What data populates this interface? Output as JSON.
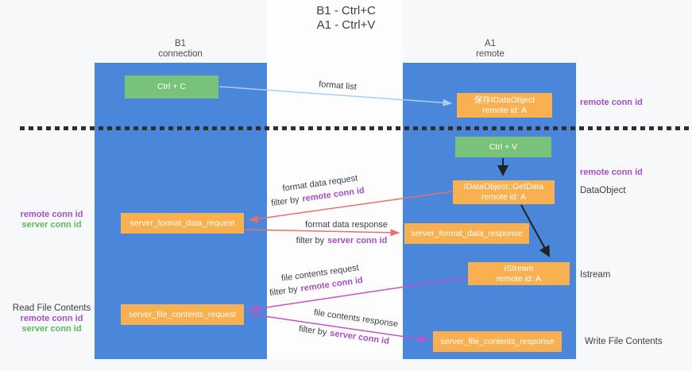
{
  "title": {
    "line1": "B1 - Ctrl+C",
    "line2": "A1 - Ctrl+V"
  },
  "columns": {
    "left": {
      "name": "B1",
      "role": "connection"
    },
    "right": {
      "name": "A1",
      "role": "remote"
    }
  },
  "boxes": {
    "ctrl_c": "Ctrl + C",
    "ctrl_v": "Ctrl + V",
    "save_dataobject": {
      "line1": "保存IDataObject",
      "line2": "remote id: A"
    },
    "getdata": {
      "line1": "IDataObject::GetData",
      "line2": "remote id: A"
    },
    "istream": {
      "line1": "IStream",
      "line2": "remote id: A"
    },
    "format_request": "server_format_data_request",
    "format_response": "server_format_data_response",
    "file_request": "server_file_contents_request",
    "file_response": "server_file_contents_response"
  },
  "arrow_labels": {
    "format_list": "format list",
    "format_data_request": "format data request",
    "format_data_response": "format data response",
    "file_contents_request": "file contents request",
    "file_contents_response": "file contents response",
    "filter_by": "filter by"
  },
  "tokens": {
    "remote_conn_id": "remote conn id",
    "server_conn_id": "server conn id"
  },
  "side_labels": {
    "right_remote_conn_top": "remote conn id",
    "right_remote_conn_mid": "remote conn id",
    "dataobject": "DataObject",
    "istream": "Istream",
    "write_file_contents": "Write File Contents",
    "read_file_contents": "Read File Contents",
    "left_remote_conn_1": "remote conn id",
    "left_server_conn_1": "server conn id",
    "left_remote_conn_2": "remote conn id",
    "left_server_conn_2": "server conn id"
  },
  "colors": {
    "column_blue": "#4a86d9",
    "node_orange": "#f9b050",
    "node_green": "#79c279",
    "arrow_red": "#e87070",
    "arrow_magenta": "#c653c6",
    "arrow_blue": "#aacdee",
    "arrow_black": "#212121",
    "text_purple": "#a64fc8",
    "text_green": "#5eb85e"
  }
}
